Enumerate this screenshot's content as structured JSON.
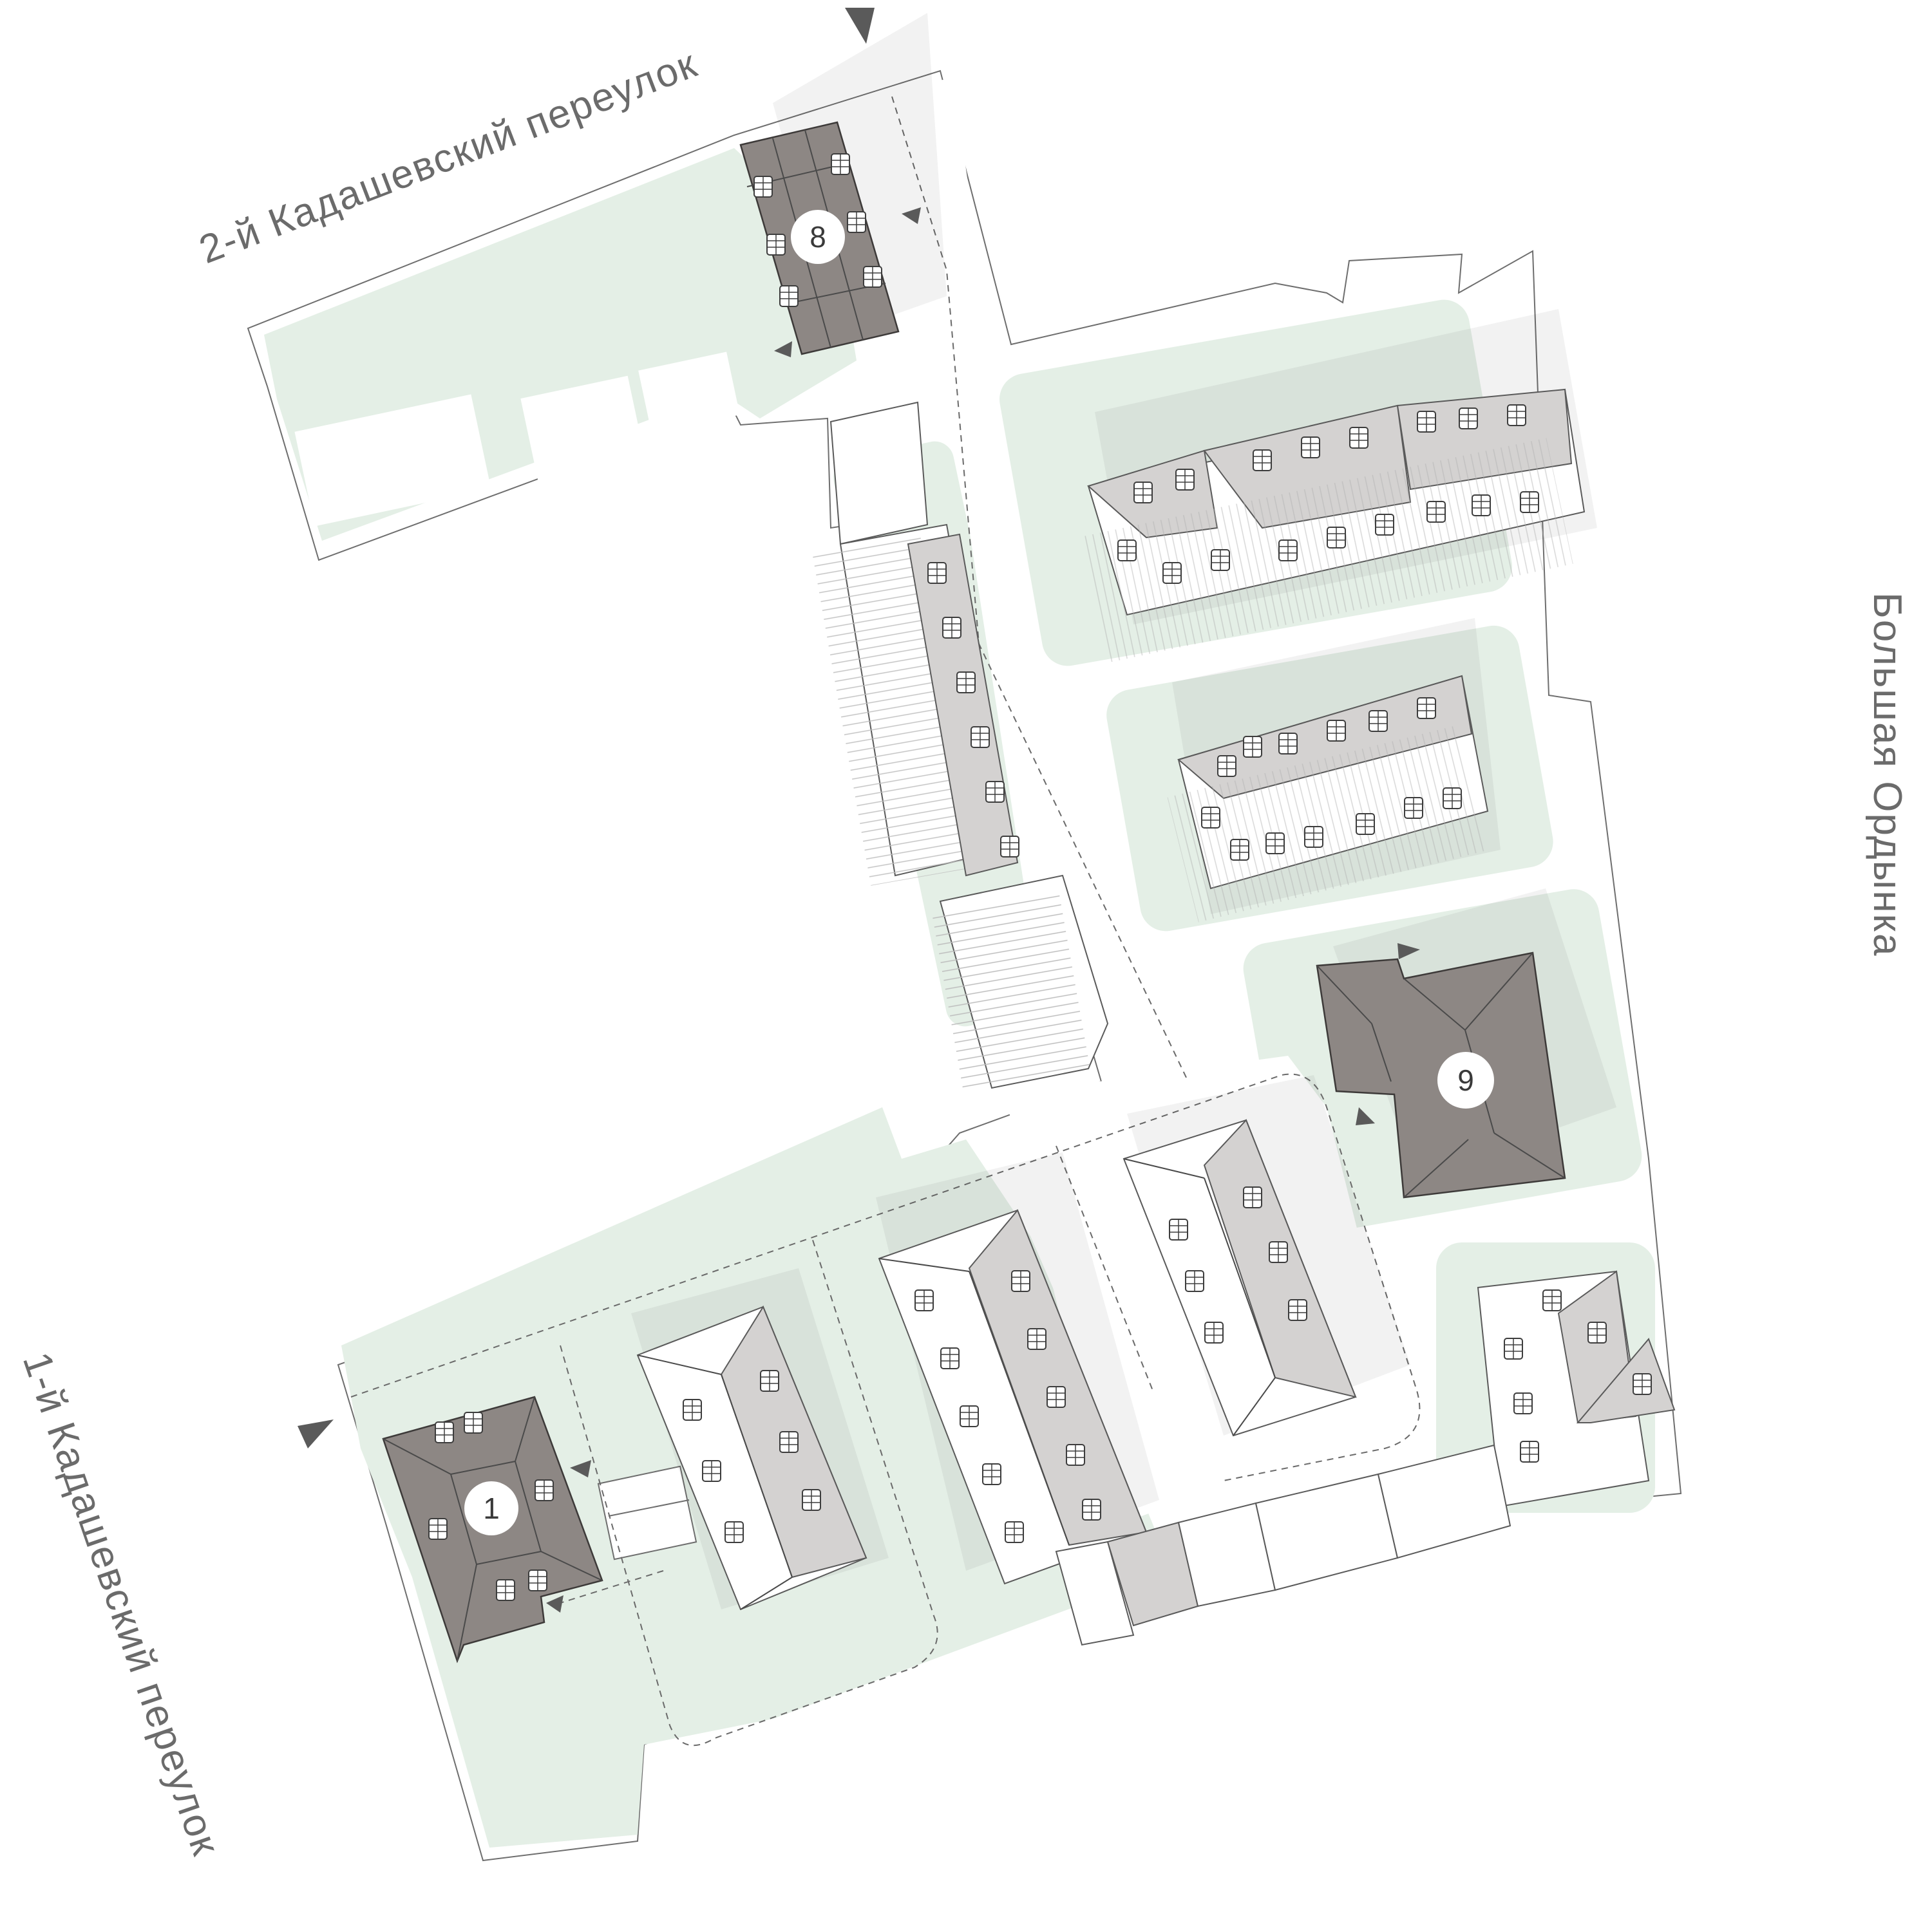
{
  "streets": {
    "top": "2-й Кадашевский переулок",
    "right": "Большая Ордынка",
    "left": "1-й Кадашевский переулок"
  },
  "buildings": {
    "b8": "8",
    "b9": "9",
    "b1": "1"
  },
  "colors": {
    "green_area": "#e4efe6",
    "highlighted_roof": "#8d8784",
    "secondary_roof": "#d4d2d1",
    "outline": "#6e6e6e"
  }
}
